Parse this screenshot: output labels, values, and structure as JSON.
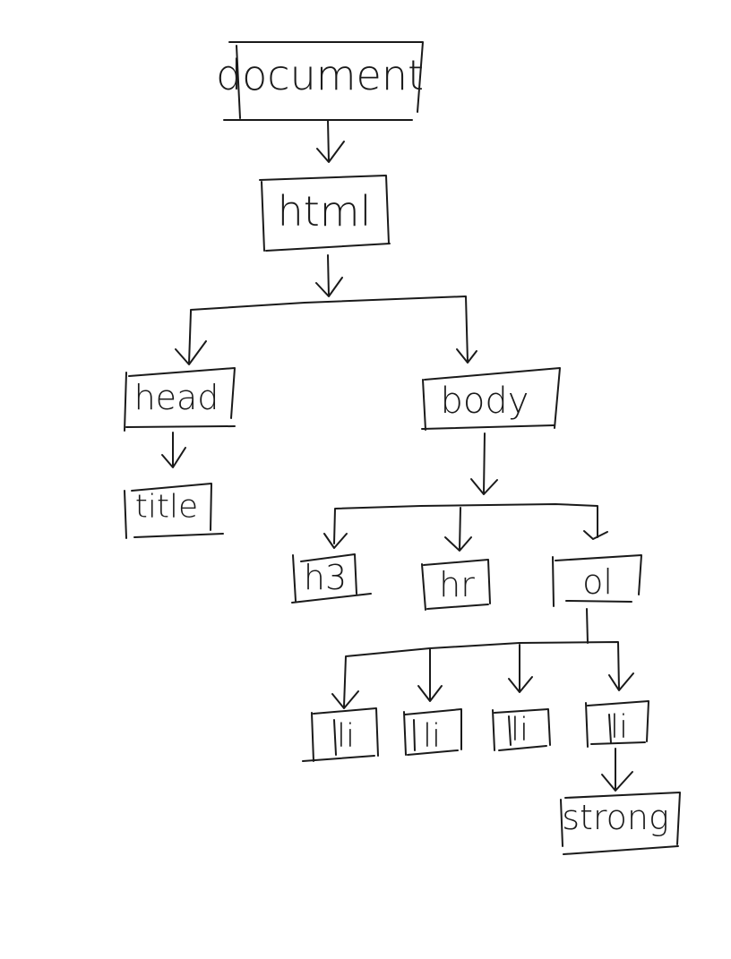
{
  "nodes": {
    "document": "document",
    "html": "html",
    "head": "head",
    "title": "title",
    "body": "body",
    "h3": "h3",
    "hr": "hr",
    "ol": "ol",
    "li_1": "li",
    "li_2": "li",
    "li_3": "li",
    "li_4": "li",
    "strong": "strong"
  },
  "colors": {
    "ink": "#1a1a1a",
    "background": "#ffffff"
  }
}
